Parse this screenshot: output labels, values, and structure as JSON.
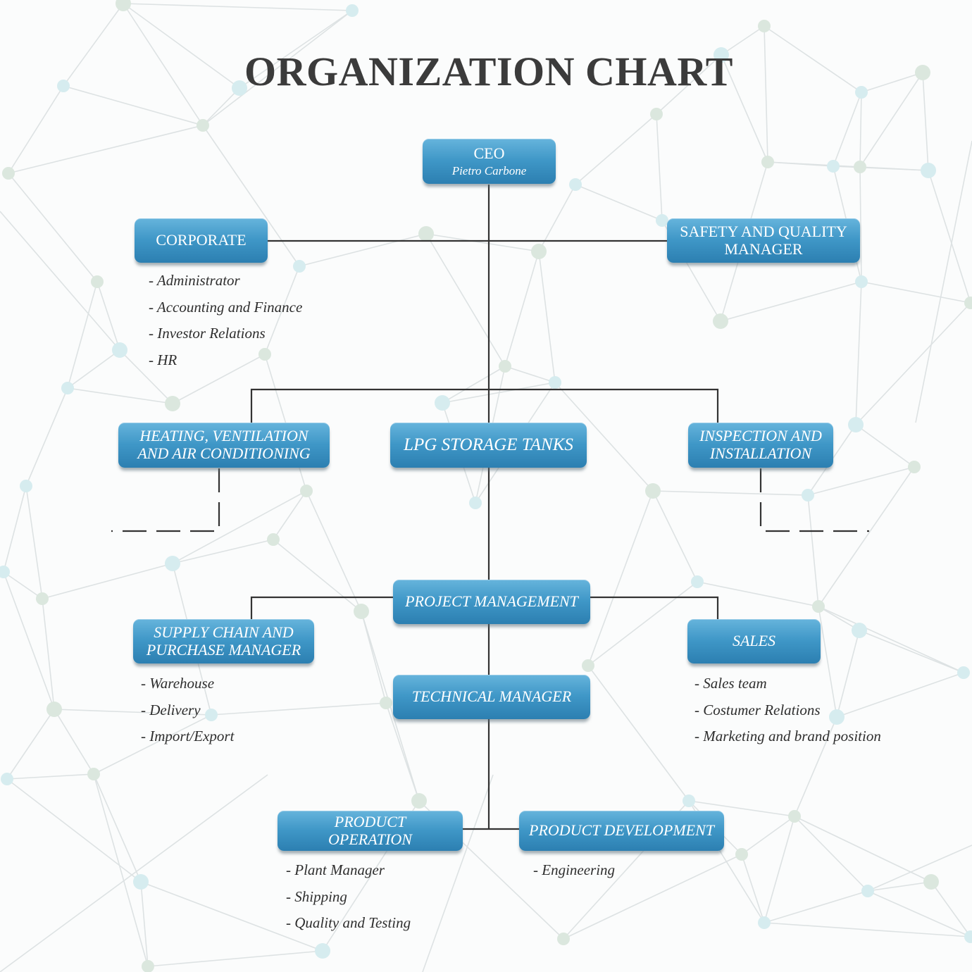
{
  "title": "ORGANIZATION CHART",
  "colors": {
    "box_top": "#66b4dc",
    "box_bottom": "#2c7fb1",
    "box_text": "#ffffff",
    "line": "#333333",
    "title": "#3b3b3b"
  },
  "ceo": {
    "role": "CEO",
    "name": "Pietro Carbone"
  },
  "corporate": {
    "label": "CORPORATE",
    "items": [
      "- Administrator",
      "- Accounting and Finance",
      "- Investor Relations",
      "- HR"
    ]
  },
  "safety": {
    "label_line1": "SAFETY AND QUALITY",
    "label_line2": "MANAGER"
  },
  "hvac": {
    "label_line1": "HEATING, VENTILATION",
    "label_line2": "AND AIR CONDITIONING"
  },
  "lpg": {
    "label": "LPG STORAGE TANKS"
  },
  "inspection": {
    "label_line1": "INSPECTION AND",
    "label_line2": "INSTALLATION"
  },
  "project_management": {
    "label": "PROJECT MANAGEMENT"
  },
  "supply_chain": {
    "label_line1": "SUPPLY CHAIN AND",
    "label_line2": "PURCHASE MANAGER",
    "items": [
      "- Warehouse",
      "- Delivery",
      "- Import/Export"
    ]
  },
  "sales": {
    "label": "SALES",
    "items": [
      "- Sales team",
      "- Costumer Relations",
      "- Marketing and brand position"
    ]
  },
  "technical_manager": {
    "label": "TECHNICAL MANAGER"
  },
  "product_operation": {
    "label_line1": "PRODUCT",
    "label_line2": "OPERATION",
    "items": [
      "- Plant Manager",
      "- Shipping",
      "- Quality and Testing"
    ]
  },
  "product_development": {
    "label": "PRODUCT DEVELOPMENT",
    "items": [
      "- Engineering"
    ]
  }
}
